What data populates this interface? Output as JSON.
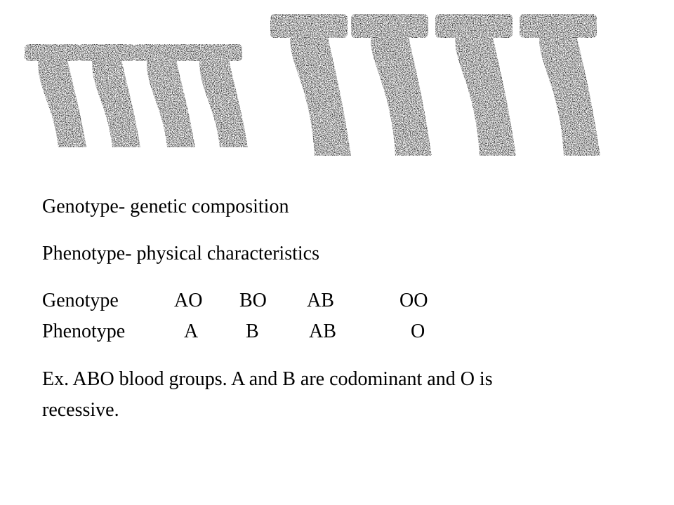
{
  "slide": {
    "figure_icon": "t-shaped-stained-structures-icon",
    "colors": {
      "background": "#ffffff",
      "text": "#000000",
      "stain": "#1a1a1a"
    },
    "definitions": [
      "Genotype- genetic composition",
      "Phenotype- physical characteristics"
    ],
    "table": {
      "genotype_label": "Genotype",
      "genotypes": [
        "AO",
        "BO",
        "AB",
        "OO"
      ],
      "phenotype_label": "Phenotype",
      "phenotypes": [
        "A",
        "B",
        "AB",
        "O"
      ]
    },
    "example": {
      "line1": "Ex. ABO blood groups. A and B are codominant and O is",
      "line2": "recessive."
    }
  }
}
